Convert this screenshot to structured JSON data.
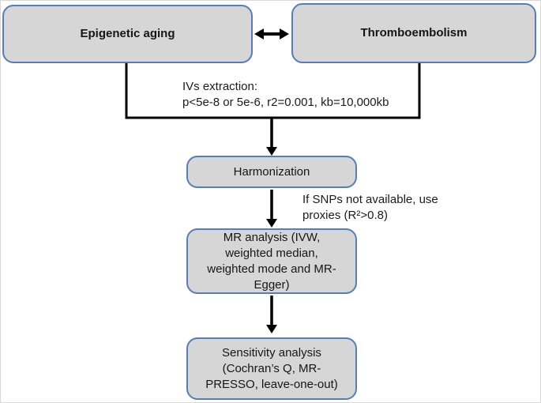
{
  "diagram": {
    "type": "flowchart",
    "topic": "Mendelian randomization study design",
    "colors": {
      "background": "#ffffff",
      "node_fill": "#d6d6d6",
      "node_border": "#5a7cb5",
      "connector": "#000000",
      "text": "#161616"
    },
    "nodes": {
      "epigenetic_aging": {
        "label": "Epigenetic aging"
      },
      "thromboembolism": {
        "label": "Thromboembolism"
      },
      "harmonization": {
        "label": "Harmonization"
      },
      "mr_analysis": {
        "lines": [
          "MR analysis (IVW,",
          "weighted median,",
          "weighted mode and MR-",
          "Egger)"
        ]
      },
      "sensitivity_analysis": {
        "lines": [
          "Sensitivity analysis",
          "(Cochran’s Q, MR-",
          "PRESSO, leave-one-out)"
        ]
      }
    },
    "annotations": {
      "iv_extraction": {
        "lines": [
          "IVs extraction:",
          "p<5e-8 or 5e-6, r2=0.001, kb=10,000kb"
        ]
      },
      "proxy_note": {
        "lines": [
          "If SNPs not available, use",
          "proxies (R²>0.8)"
        ]
      }
    },
    "connectors": [
      "double-arrow between Epigenetic aging and Thromboembolism",
      "both top nodes merge down into Harmonization",
      "Harmonization to MR analysis",
      "MR analysis to Sensitivity analysis"
    ]
  }
}
